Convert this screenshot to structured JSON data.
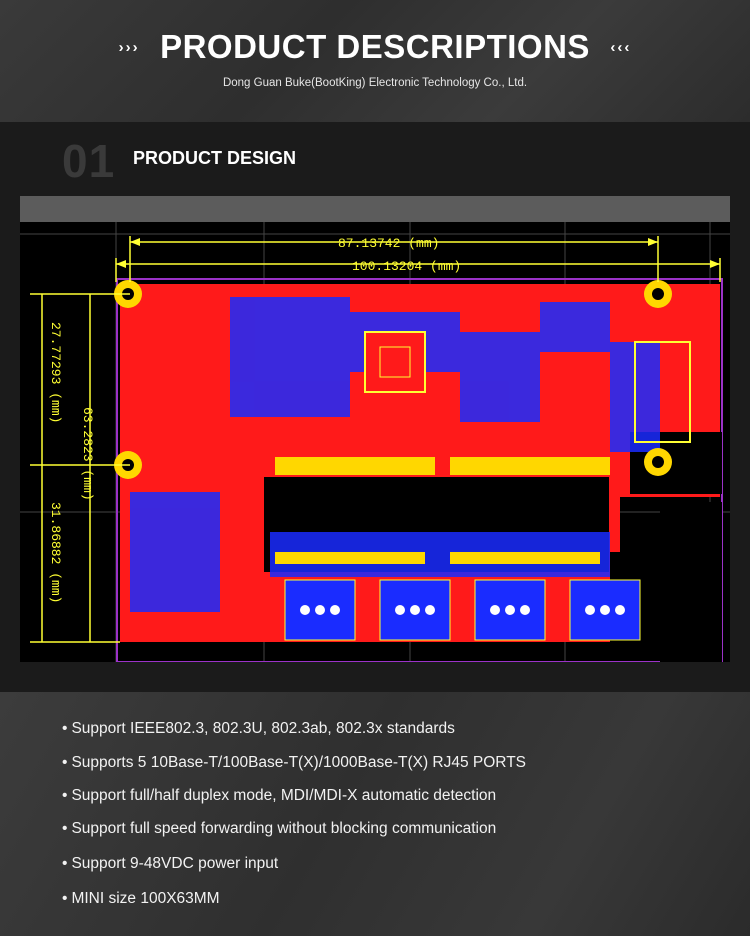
{
  "header": {
    "title": "PRODUCT DESCRIPTIONS",
    "chevrons_left": "›››",
    "chevrons_right": "‹‹‹",
    "subtitle": "Dong Guan Buke(BootKing) Electronic Technology Co., Ltd."
  },
  "section": {
    "number": "01",
    "title": "PRODUCT DESIGN"
  },
  "pcb": {
    "dim_top_inner": "87.13742 (mm)",
    "dim_top_outer": "100.13204 (mm)",
    "dim_left_upper": "27.77293 (mm)",
    "dim_left_total": "63.2823 (mm)",
    "dim_left_lower": "31.86882 (mm)",
    "colors": {
      "board": "#ff1a1a",
      "trace_blue": "#1a2cff",
      "silk": "#ffff33",
      "outline": "#9b32c8"
    }
  },
  "features": [
    "Support IEEE802.3, 802.3U, 802.3ab, 802.3x standards",
    "Supports 5  10Base-T/100Base-T(X)/1000Base-T(X) RJ45 PORTS",
    "Support full/half duplex mode, MDI/MDI-X automatic detection",
    "Support full speed forwarding without blocking communication",
    "Support 9-48VDC power input",
    "MINI size 100X63MM"
  ],
  "bullet": "•"
}
